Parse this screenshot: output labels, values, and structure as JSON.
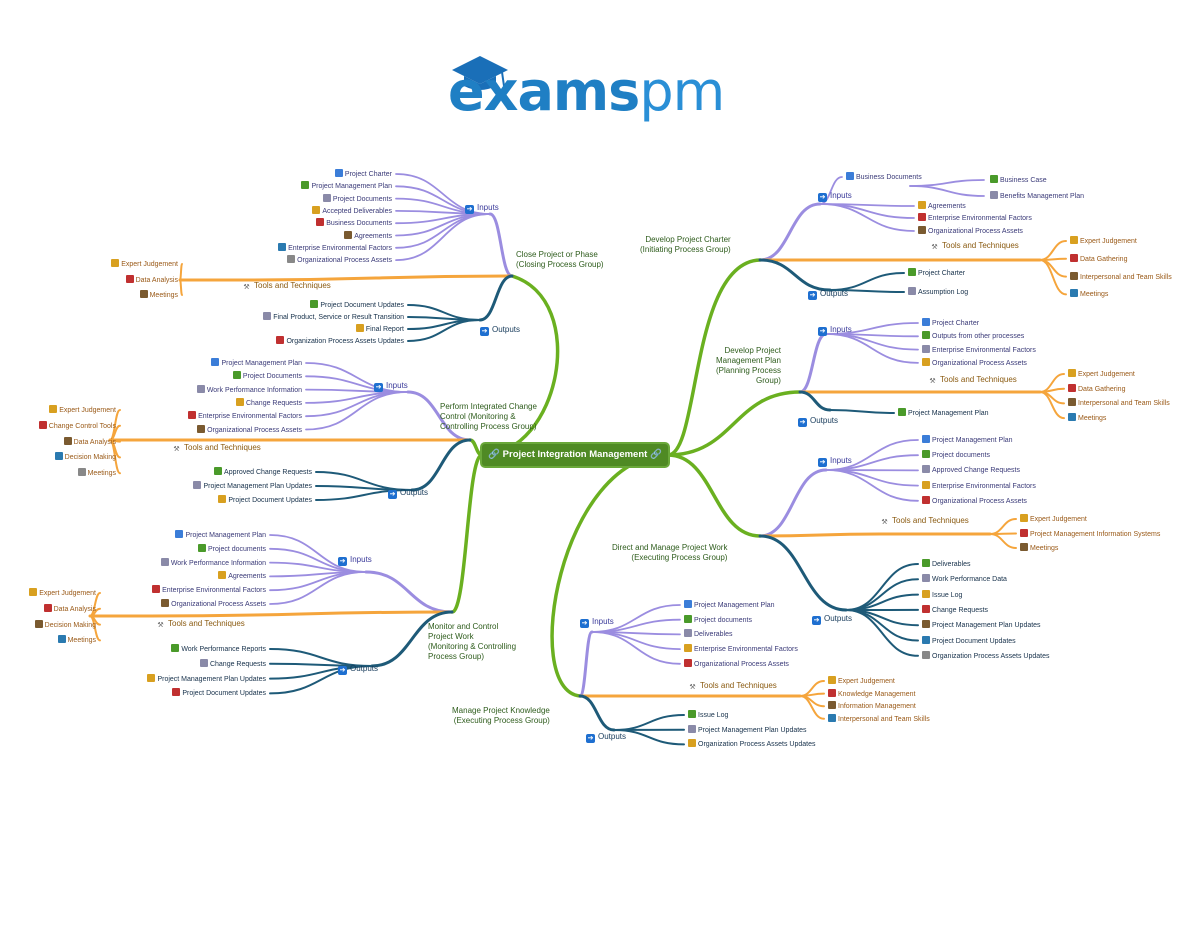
{
  "logo": {
    "text_a": "exams",
    "text_b": "pm"
  },
  "colors": {
    "trunk": "#6ab020",
    "inputs": "#9b8de0",
    "tools": "#f5a53c",
    "outputs": "#1e5a78",
    "center_bg": "#4f8a24"
  },
  "center": {
    "label": "Project Integration Management"
  },
  "branch_labels": {
    "inputs": "Inputs",
    "tools": "Tools and Techniques",
    "outputs": "Outputs"
  },
  "processes": [
    {
      "title": "Close Project or Phase\n(Closing Process Group)",
      "inputs": [
        "Project Charter",
        "Project Management Plan",
        "Project Documents",
        "Accepted Deliverables",
        "Business Documents",
        "Agreements",
        "Enterprise Environmental Factors",
        "Organizational Process Assets"
      ],
      "tools": [
        "Expert Judgement",
        "Data Analysis",
        "Meetings"
      ],
      "outputs": [
        "Project Document Updates",
        "Final Product, Service or Result Transition",
        "Final Report",
        "Organization Process Assets Updates"
      ]
    },
    {
      "title": "Perform Integrated Change\nControl (Monitoring &\nControlling Process Group)",
      "inputs": [
        "Project Management Plan",
        "Project Documents",
        "Work Performance Information",
        "Change Requests",
        "Enterprise Environmental Factors",
        "Organizational Process Assets"
      ],
      "tools": [
        "Expert Judgement",
        "Change Control Tools",
        "Data Analysis",
        "Decision Making",
        "Meetings"
      ],
      "outputs": [
        "Approved Change Requests",
        "Project Management Plan Updates",
        "Project Document Updates"
      ]
    },
    {
      "title": "Monitor and Control\nProject Work\n(Monitoring & Controlling\nProcess Group)",
      "inputs": [
        "Project Management Plan",
        "Project documents",
        "Work Performance Information",
        "Agreements",
        "Enterprise Environmental Factors",
        "Organizational Process Assets"
      ],
      "tools": [
        "Expert Judgement",
        "Data Analysis",
        "Decision Making",
        "Meetings"
      ],
      "outputs": [
        "Work Performance Reports",
        "Change Requests",
        "Project Management Plan Updates",
        "Project Document Updates"
      ]
    },
    {
      "title": "Develop Project Charter\n(Initiating Process Group)",
      "inputs": [
        "Business Documents",
        "Business Case",
        "Benefits Management Plan",
        "Agreements",
        "Enterprise Environmental Factors",
        "Organizational Process Assets"
      ],
      "tools": [
        "Expert Judgement",
        "Data Gathering",
        "Interpersonal and Team Skills",
        "Meetings"
      ],
      "outputs": [
        "Project Charter",
        "Assumption Log"
      ]
    },
    {
      "title": "Develop Project\nManagement Plan\n(Planning Process\nGroup)",
      "inputs": [
        "Project Charter",
        "Outputs from other processes",
        "Enterprise Environmental Factors",
        "Organizational Process Assets"
      ],
      "tools": [
        "Expert Judgement",
        "Data Gathering",
        "Interpersonal and Team Skills",
        "Meetings"
      ],
      "outputs": [
        "Project Management Plan"
      ]
    },
    {
      "title": "Direct and Manage Project Work\n(Executing Process Group)",
      "inputs": [
        "Project Management Plan",
        "Project documents",
        "Approved Change Requests",
        "Enterprise Environmental Factors",
        "Organizational Process Assets"
      ],
      "tools": [
        "Expert Judgement",
        "Project Management Information Systems",
        "Meetings"
      ],
      "outputs": [
        "Deliverables",
        "Work Performance Data",
        "Issue Log",
        "Change Requests",
        "Project Management Plan Updates",
        "Project Document Updates",
        "Organization Process Assets Updates"
      ]
    },
    {
      "title": "Manage Project Knowledge\n(Executing Process Group)",
      "inputs": [
        "Project Management Plan",
        "Project documents",
        "Deliverables",
        "Enterprise Environmental Factors",
        "Organizational Process Assets"
      ],
      "tools": [
        "Expert Judgement",
        "Knowledge Management",
        "Information Management",
        "Interpersonal and Team Skills"
      ],
      "outputs": [
        "Issue Log",
        "Project Management Plan Updates",
        "Organization Process Assets Updates"
      ]
    }
  ]
}
